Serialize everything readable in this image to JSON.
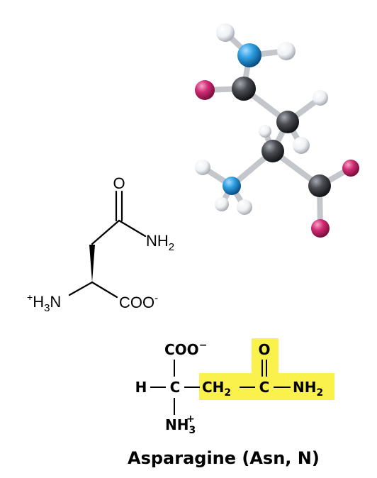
{
  "skeletal_formula": {
    "oxygen": "O",
    "amide_group": "NH",
    "amide_group_sub": "2",
    "amine_charge": "+",
    "amine_h": "H",
    "amine_sub": "3",
    "amine_n": "N",
    "carboxylate": "COO",
    "carboxylate_charge": "-"
  },
  "fischer_formula": {
    "carboxylate": "COO",
    "carboxylate_charge": "−",
    "hydrogen": "H",
    "alpha_carbon": "C",
    "methylene": "CH",
    "methylene_sub": "2",
    "carbonyl_carbon": "C",
    "carbonyl_oxygen": "O",
    "amide": "NH",
    "amide_sub": "2",
    "amine": "NH",
    "amine_sub": "3",
    "amine_charge": "+",
    "highlight_color": "#fbf14c"
  },
  "caption": "Asparagine (Asn, N)",
  "atom_colors": {
    "carbon": "#4a4c52",
    "nitrogen": "#2d9fe0",
    "oxygen": "#d12c74",
    "hydrogen": "#eef0f3"
  }
}
